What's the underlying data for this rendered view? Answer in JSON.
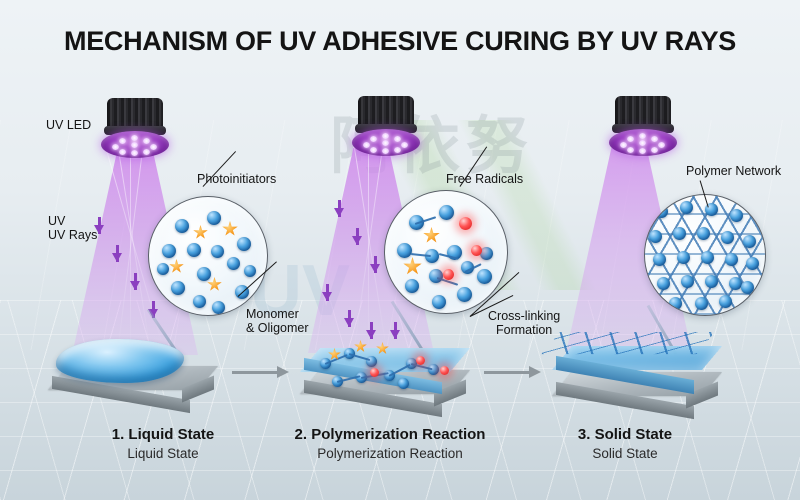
{
  "title": "MECHANISM OF UV ADHESIVE CURING BY UV RAYS",
  "watermark": {
    "text": "阿依努",
    "blue_text": "UV"
  },
  "colors": {
    "monomer_blue": "#2f8ed8",
    "photoinitiator_orange": "#f79a1e",
    "free_radical_red": "#e33232",
    "uv_purple": "#8b3fc0",
    "beam_violet": "#cd86eb",
    "slab_gray": "#a9b2b8",
    "text_dark": "#141414"
  },
  "panels": [
    {
      "id": "liquid-state",
      "caption_number": "1. Liquid State",
      "caption_sub": "Liquid State",
      "labels": [
        {
          "name": "uv-led",
          "text": "UV LED"
        },
        {
          "name": "uv-rays",
          "line1": "UV",
          "line2": "UV Rays"
        },
        {
          "name": "photoinitiators",
          "text": "Photoinitiators"
        },
        {
          "name": "monomer-oligomer",
          "line1": "Monomer",
          "line2": "& Oligomer"
        }
      ],
      "magnifier_contents": "blue monomer spheres with orange star photoinitiators dispersed in liquid"
    },
    {
      "id": "polymerization-reaction",
      "caption_number": "2. Polymerization Reaction",
      "caption_sub": "Polymerization Reaction",
      "labels": [
        {
          "name": "free-radicals",
          "text": "Free Radicals"
        },
        {
          "name": "cross-linking-formation",
          "line1": "Cross-linking",
          "line2": "Formation"
        }
      ],
      "magnifier_contents": "orange photoinitiators bursting into glowing red free radicals, blue monomers bonding into chains"
    },
    {
      "id": "solid-state",
      "caption_number": "3. Solid State",
      "caption_sub": "Solid State",
      "labels": [
        {
          "name": "polymer-network",
          "text": "Polymer Network"
        }
      ],
      "magnifier_contents": "regular honeycomb lattice of bonded blue spheres forming a cured polymer network"
    }
  ],
  "connectors": [
    {
      "name": "arrow-1-to-2",
      "icon": "arrow-right-icon"
    },
    {
      "name": "arrow-2-to-3",
      "icon": "arrow-right-icon"
    }
  ]
}
